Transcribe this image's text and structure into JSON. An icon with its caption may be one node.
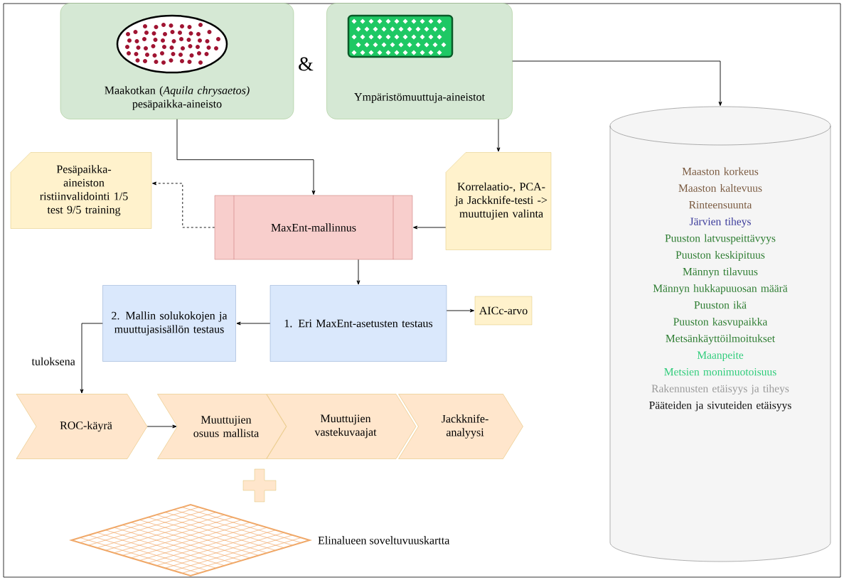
{
  "diagram": {
    "nodes": [
      {
        "text": [
          "Maakotkan (*Aquila chrysaetos)* pesäpaikka-aineisto"
        ]
      },
      {
        "text": [
          "Ympäristömuuttuja-aineistot"
        ]
      },
      {
        "text": [
          "Pesäpaikka-aineiston ristiinvalidointi 1/5 test 9/5 training"
        ]
      },
      {
        "text": [
          "MaxEnt-mallinnus"
        ]
      },
      {
        "text": [
          "Korrelaatio-, PCA- ja Jackknife-testi -> muuttujien valinta"
        ]
      },
      {
        "text": [
          "2. Mallin solukokojen ja muuttujasisällön testaus"
        ]
      },
      {
        "text": [
          "1. Eri MaxEnt-asetusten testaus"
        ]
      },
      {
        "text": [
          "AICc-arvo"
        ]
      },
      {
        "text": [
          "ROC-käyrä"
        ]
      },
      {
        "text": [
          "Muuttujien osuus mallista"
        ]
      },
      {
        "text": [
          "Muuttujien vastekuvaajat"
        ]
      },
      {
        "text": [
          "Jackknife-analyysi"
        ]
      },
      {
        "text": [],
        "shape": "diamond",
        "beside": [
          "Elinalueen soveltuvuuskartta"
        ]
      },
      {
        "text": [
          "Maaston korkeus",
          "Maaston kaltevuus",
          "Rinteensuunta",
          "Järvien tiheys",
          "Puuston latvuspeittävyys",
          "Puuston keskipituus",
          "Männyn tilavuus",
          "Männyn hukkapuuosan määrä",
          "Puuston ikä",
          "Puuston kasvupaikka",
          "Metsänkäyttöilmoitukset",
          "Maanpeite",
          "Metsien monimuotoisuus",
          "Rakennusten etäisyys ja tiheys",
          "Pääteiden ja sivuteiden etäisyys"
        ]
      }
    ],
    "edges": [
      {
        "from": 0,
        "to": 3,
        "arrow": "to"
      },
      {
        "from": 1,
        "to": 4,
        "arrow": "to"
      },
      {
        "from": 1,
        "to": 13,
        "arrow": "to"
      },
      {
        "from": 4,
        "to": 3,
        "arrow": "to"
      },
      {
        "from": 3,
        "to": 2,
        "arrow": "to",
        "style": "dashed"
      },
      {
        "from": 3,
        "to": 6,
        "arrow": "to"
      },
      {
        "from": 6,
        "to": 5,
        "arrow": "to"
      },
      {
        "from": 6,
        "to": 7,
        "arrow": "to"
      },
      {
        "from": 5,
        "to": 8,
        "arrow": "to",
        "label": "tuloksena"
      },
      {
        "from": 8,
        "to": 9,
        "arrow": "to"
      }
    ],
    "labels": [
      "&"
    ]
  }
}
